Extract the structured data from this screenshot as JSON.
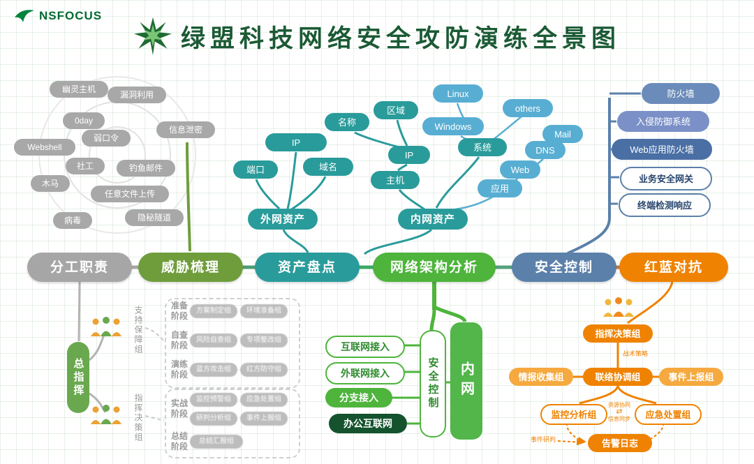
{
  "header": {
    "logo_text": "NSFOCUS",
    "title": "绿盟科技网络安全攻防演练全景图"
  },
  "threats": {
    "items": [
      "幽灵主机",
      "漏洞利用",
      "0day",
      "信息泄密",
      "Webshell",
      "弱口令",
      "社工",
      "钓鱼邮件",
      "木马",
      "任意文件上传",
      "病毒",
      "隐秘隧道"
    ]
  },
  "chain": [
    {
      "label": "分工职责",
      "color": "#a6a6a6"
    },
    {
      "label": "威胁梳理",
      "color": "#6f9d3c"
    },
    {
      "label": "资产盘点",
      "color": "#2a9b9b"
    },
    {
      "label": "网络架构分析",
      "color": "#4eb43c"
    },
    {
      "label": "安全控制",
      "color": "#5b80aa"
    },
    {
      "label": "红蓝对抗",
      "color": "#ef8200"
    }
  ],
  "assets": {
    "external_parent": "外网资产",
    "internal_parent": "内网资产",
    "teal": [
      "端口",
      "IP",
      "域名",
      "主机",
      "IP",
      "区域",
      "名称",
      "系统"
    ],
    "blue": [
      "Windows",
      "Linux",
      "others",
      "应用",
      "Web",
      "DNS",
      "Mail"
    ]
  },
  "security_stack": [
    "防火墙",
    "入侵防御系统",
    "Web应用防火墙",
    "业务安全网关",
    "终端检测响应"
  ],
  "org": {
    "commander": "总指挥",
    "support_group": "支持保障组",
    "command_group": "指挥决策组",
    "stages": [
      {
        "name": "准备阶段",
        "teams": [
          "方案制定组",
          "环境准备组"
        ]
      },
      {
        "name": "自查阶段",
        "teams": [
          "风险自查组",
          "专项整改组"
        ]
      },
      {
        "name": "演练阶段",
        "teams": [
          "蓝方攻击组",
          "红方防守组"
        ]
      },
      {
        "name": "实战阶段",
        "teams": [
          "监控预警组",
          "应急处置组",
          "研判分析组",
          "事件上报组"
        ]
      },
      {
        "name": "总结阶段",
        "teams": [
          "总结汇报组"
        ]
      }
    ]
  },
  "network": {
    "access": [
      "互联网接入",
      "外联网接入",
      "分支接入",
      "办公互联网"
    ],
    "control": "安全控制",
    "intranet": "内网"
  },
  "redblue": {
    "command": "指挥决策组",
    "tactics": "战术策略",
    "liaison": "联络协调组",
    "intel": "情报收集组",
    "report": "事件上报组",
    "monitor": "监控分析组",
    "response": "应急处置组",
    "sync_top": "资源协同",
    "sync_icon": "⇄",
    "sync_bottom": "信息同步",
    "judge": "事件研判",
    "log": "告警日志"
  },
  "colors": {
    "brand": "#00843d",
    "title": "#1b5a35",
    "gray": "#a6a6a6",
    "olive": "#6f9d3c",
    "teal": "#2a9b9b",
    "light_blue": "#58aed2",
    "green": "#4eb43c",
    "dark_green": "#14532d",
    "slate": "#5b80aa",
    "orange": "#ef8200",
    "orange_light": "#f5a93f"
  }
}
